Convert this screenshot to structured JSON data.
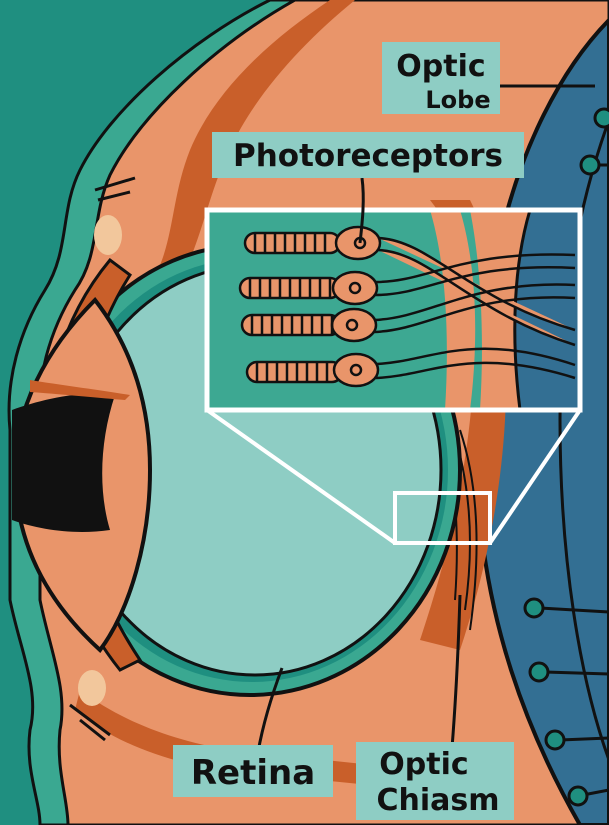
{
  "labels": {
    "optic_lobe_line1": "Optic",
    "optic_lobe_line2": "Lobe",
    "photoreceptors": "Photoreceptors",
    "retina": "Retina",
    "optic_chiasm_line1": "Optic",
    "optic_chiasm_line2": "Chiasm"
  },
  "colors": {
    "background_teal": "#1f8f80",
    "head_orange": "#e9956a",
    "shadow_orange": "#c95f2a",
    "eye_pale_teal": "#8ecdc4",
    "eye_rim_teal": "#3aa891",
    "brain_blue": "#336f93",
    "label_bg": "#8ecdc4",
    "inset_bg": "#3da892",
    "outline": "#111111"
  }
}
